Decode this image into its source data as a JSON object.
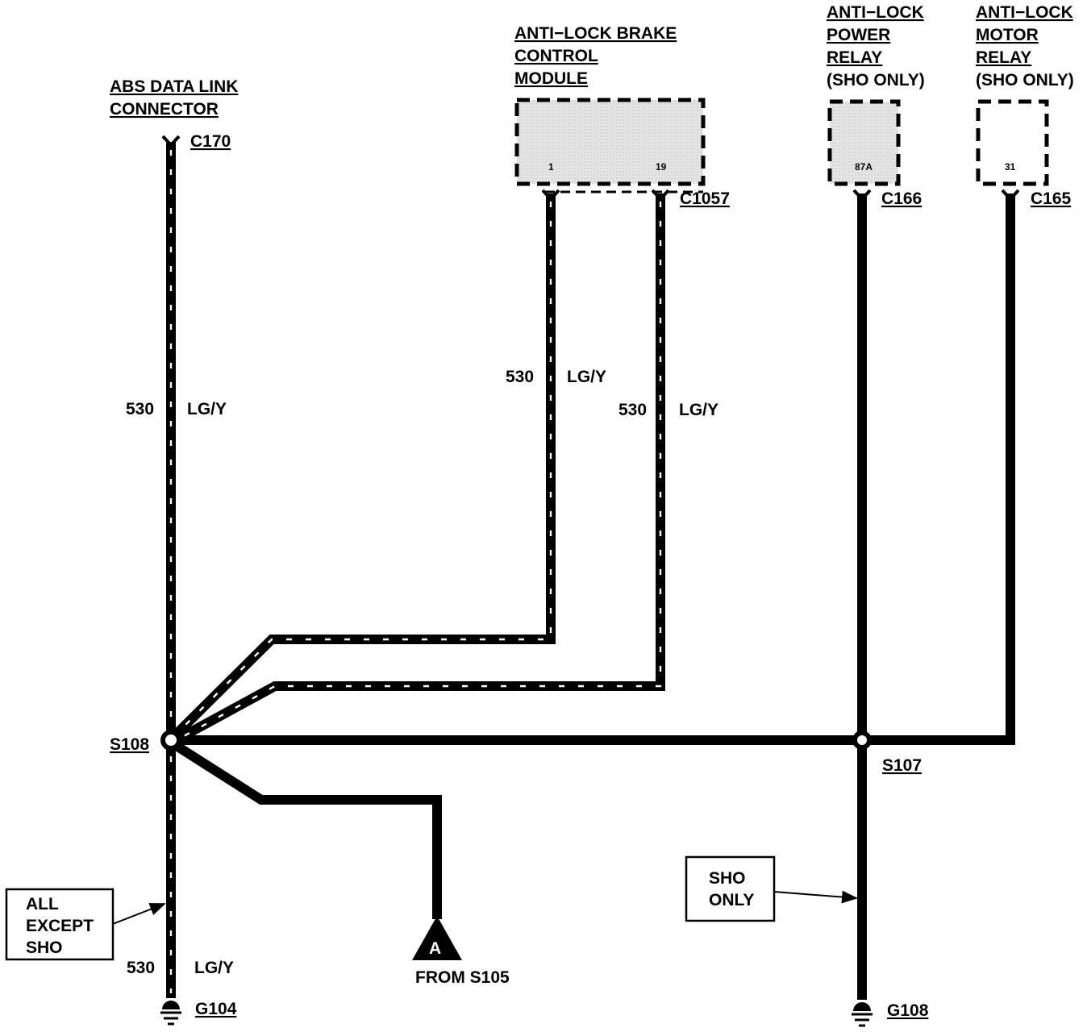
{
  "components": {
    "dlc": {
      "title_line1": "ABS DATA LINK",
      "title_line2": "CONNECTOR",
      "connector": "C170"
    },
    "abs_module": {
      "title_line1": "ANTI−LOCK BRAKE",
      "title_line2": "CONTROL",
      "title_line3": "MODULE",
      "pin_a": "1",
      "pin_b": "19",
      "connector": "C1057"
    },
    "power_relay": {
      "title_line1": "ANTI−LOCK",
      "title_line2": "POWER",
      "title_line3": "RELAY",
      "note": "(SHO ONLY)",
      "pin": "87A",
      "connector": "C166"
    },
    "motor_relay": {
      "title_line1": "ANTI−LOCK",
      "title_line2": "MOTOR",
      "title_line3": "RELAY",
      "note": "(SHO ONLY)",
      "pin": "31",
      "connector": "C165"
    }
  },
  "wires": {
    "dlc_circuit": "530",
    "dlc_color": "LG/Y",
    "pin1_circuit": "530",
    "pin1_color": "LG/Y",
    "pin19_circuit": "530",
    "pin19_color": "LG/Y",
    "ground_circuit": "530",
    "ground_color": "LG/Y"
  },
  "splices": {
    "left": "S108",
    "right": "S107"
  },
  "grounds": {
    "left": "G104",
    "right": "G108"
  },
  "notes": {
    "all_except_line1": "ALL",
    "all_except_line2": "EXCEPT",
    "all_except_line3": "SHO",
    "sho_only_line1": "SHO",
    "sho_only_line2": "ONLY"
  },
  "connector_ref": {
    "letter": "A",
    "label": "FROM S105"
  },
  "colors": {
    "ink": "#000000",
    "module_fill": "#e6e6e6",
    "paper": "#ffffff"
  }
}
